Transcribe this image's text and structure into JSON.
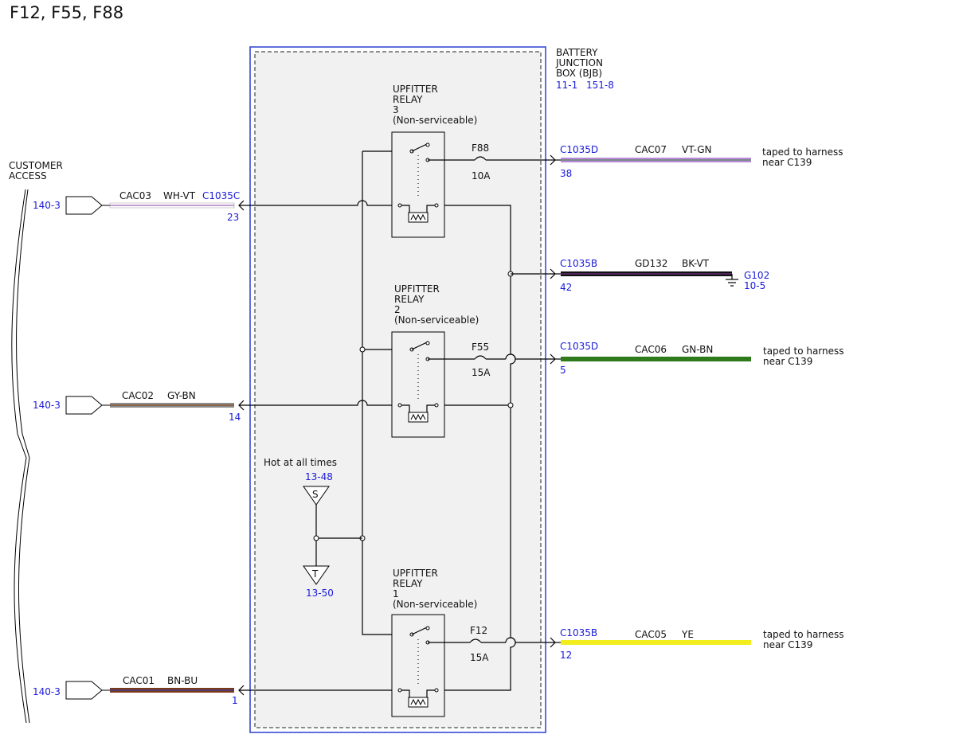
{
  "title": "F12, F55, F88",
  "bjb": {
    "label_line1": "BATTERY",
    "label_line2": "JUNCTION",
    "label_line3": "BOX (BJB)",
    "ref1": "11-1",
    "ref2": "151-8"
  },
  "customer_access": {
    "line1": "CUSTOMER",
    "line2": "ACCESS",
    "ref": "140-3"
  },
  "hot": {
    "label": "Hot at all times",
    "s_ref": "13-48",
    "s_letter": "S",
    "t_ref": "13-50",
    "t_letter": "T"
  },
  "relays": [
    {
      "line1": "UPFITTER",
      "line2": "RELAY",
      "number": "3",
      "note": "(Non-serviceable)",
      "fuse": "F88",
      "amps": "10A"
    },
    {
      "line1": "UPFITTER",
      "line2": "RELAY",
      "number": "2",
      "note": "(Non-serviceable)",
      "fuse": "F55",
      "amps": "15A"
    },
    {
      "line1": "UPFITTER",
      "line2": "RELAY",
      "number": "1",
      "note": "(Non-serviceable)",
      "fuse": "F12",
      "amps": "15A"
    }
  ],
  "left_wires": [
    {
      "ref": "140-3",
      "circuit": "CAC03",
      "color_code": "WH-VT",
      "connector": "C1035C",
      "pin": "23",
      "stripe_main": "#ffffff",
      "stripe_trace": "#8a3aa8"
    },
    {
      "ref": "140-3",
      "circuit": "CAC02",
      "color_code": "GY-BN",
      "pin": "14",
      "stripe_main": "#8c8c8c",
      "stripe_trace": "#8b4a1e"
    },
    {
      "ref": "140-3",
      "circuit": "CAC01",
      "color_code": "BN-BU",
      "pin": "1",
      "stripe_main": "#7a3a18",
      "stripe_trace": "#2a3fd0"
    }
  ],
  "right_wires": [
    {
      "connector": "C1035D",
      "pin": "38",
      "circuit": "CAC07",
      "color_code": "VT-GN",
      "note_line1": "taped to harness",
      "note_line2": "near C139",
      "stripe_main": "#b88ad6",
      "stripe_trace": "#3c8a3c"
    },
    {
      "connector": "C1035B",
      "pin": "42",
      "circuit": "GD132",
      "color_code": "BK-VT",
      "ground": "G102",
      "ground_ref": "10-5",
      "stripe_main": "#111111",
      "stripe_trace": "#8a3aa8"
    },
    {
      "connector": "C1035D",
      "pin": "5",
      "circuit": "CAC06",
      "color_code": "GN-BN",
      "note_line1": "taped to harness",
      "note_line2": "near C139",
      "stripe_main": "#2f7a1c",
      "stripe_trace": "#2f7a1c"
    },
    {
      "connector": "C1035B",
      "pin": "12",
      "circuit": "CAC05",
      "color_code": "YE",
      "note_line1": "taped to harness",
      "note_line2": "near C139",
      "stripe_main": "#f2ee1e",
      "stripe_trace": "#f2ee1e"
    }
  ],
  "colors": {
    "box_border": "#2d3fd3",
    "box_fill": "#f1f1f1",
    "reference_text": "#1a1adc"
  }
}
